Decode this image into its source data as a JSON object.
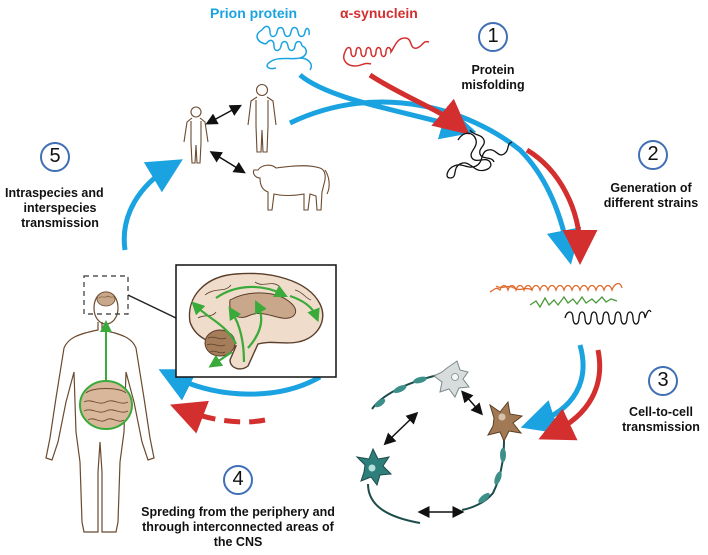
{
  "labels": {
    "prion": "Prion protein",
    "synuclein": "α-synuclein"
  },
  "steps": [
    {
      "number": "1",
      "lines": [
        "Protein",
        "misfolding"
      ]
    },
    {
      "number": "2",
      "lines": [
        "Generation of",
        "different strains"
      ]
    },
    {
      "number": "3",
      "lines": [
        "Cell-to-cell",
        "transmission"
      ]
    },
    {
      "number": "4",
      "lines": [
        "Spreding from the periphery and",
        "through interconnected areas of",
        "the CNS"
      ]
    },
    {
      "number": "5",
      "lines": [
        "Intraspecies and",
        "interspecies",
        "transmission"
      ]
    }
  ],
  "colors": {
    "prion": "#1aa3e0",
    "synuclein": "#d32f2f",
    "step_circle": "#3f6fb5",
    "gut_brain": "#3aaa3a",
    "strain_orange": "#e06a2c",
    "strain_green": "#4a9a3a",
    "body_outline": "#6b4a2f"
  }
}
